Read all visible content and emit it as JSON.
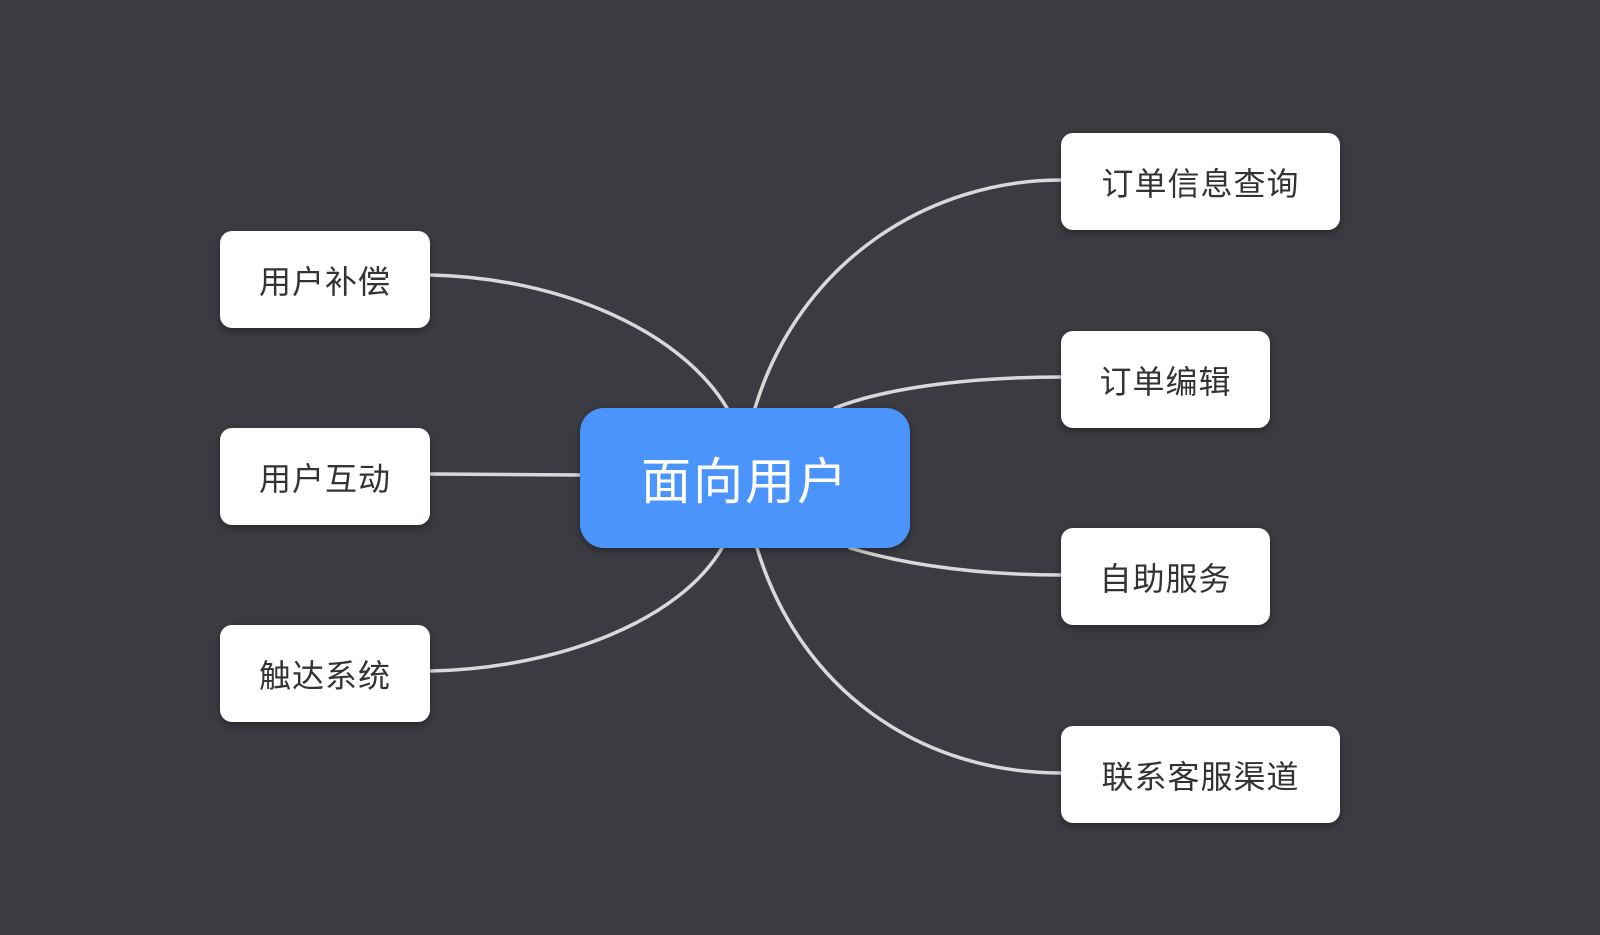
{
  "colors": {
    "background": "#3a3c42",
    "root_fill": "#4a94fb",
    "link": "#d9d9d9"
  },
  "root": {
    "label": "面向用户"
  },
  "left_topics": [
    {
      "label": "用户补偿"
    },
    {
      "label": "用户互动"
    },
    {
      "label": "触达系统"
    }
  ],
  "right_topics": [
    {
      "label": "订单信息查询"
    },
    {
      "label": "订单编辑"
    },
    {
      "label": "自助服务"
    },
    {
      "label": "联系客服渠道"
    }
  ]
}
